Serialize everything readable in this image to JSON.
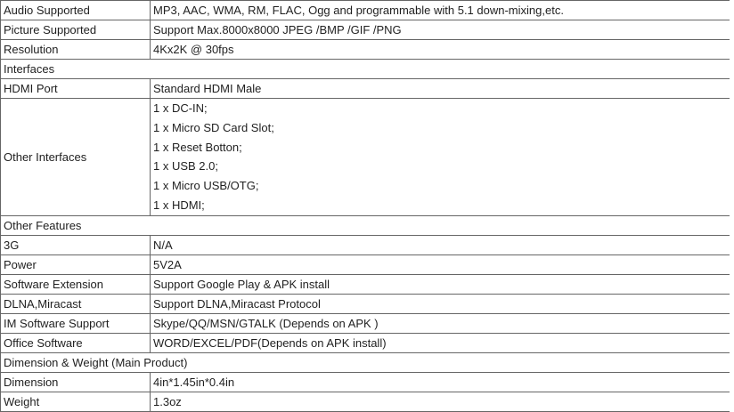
{
  "colors": {
    "border": "#666666",
    "text": "#1f1f1f",
    "background": "#ffffff"
  },
  "table": {
    "rows": [
      {
        "type": "spec",
        "label": "Audio Supported",
        "value": "MP3, AAC, WMA, RM, FLAC, Ogg and programmable with 5.1 down-mixing,etc."
      },
      {
        "type": "spec",
        "label": "Picture Supported",
        "value": "Support Max.8000x8000 JPEG /BMP /GIF /PNG"
      },
      {
        "type": "spec",
        "label": "Resolution",
        "value": "4Kx2K @ 30fps"
      },
      {
        "type": "section",
        "label": "Interfaces"
      },
      {
        "type": "spec",
        "label": "HDMI Port",
        "value": "Standard HDMI Male"
      },
      {
        "type": "spec",
        "label": "Other Interfaces",
        "value_lines": [
          "1 x DC-IN;",
          "1 x Micro SD Card Slot;",
          "1 x Reset Botton;",
          "1 x USB 2.0;",
          "1 x Micro USB/OTG;",
          "1 x HDMI;"
        ]
      },
      {
        "type": "section",
        "label": "Other Features"
      },
      {
        "type": "spec",
        "label": "3G",
        "value": "N/A"
      },
      {
        "type": "spec",
        "label": "Power",
        "value": "5V2A"
      },
      {
        "type": "spec",
        "label": "Software Extension",
        "value": "Support Google Play & APK install"
      },
      {
        "type": "spec",
        "label": "DLNA,Miracast",
        "value": "Support DLNA,Miracast Protocol"
      },
      {
        "type": "spec",
        "label": "IM Software Support",
        "value": "Skype/QQ/MSN/GTALK (Depends on APK )"
      },
      {
        "type": "spec",
        "label": "Office Software",
        "value": "WORD/EXCEL/PDF(Depends on APK install)"
      },
      {
        "type": "section",
        "label": "Dimension & Weight (Main Product)"
      },
      {
        "type": "spec",
        "label": "Dimension",
        "value": "4in*1.45in*0.4in"
      },
      {
        "type": "spec",
        "label": "Weight",
        "value": "1.3oz"
      }
    ]
  }
}
